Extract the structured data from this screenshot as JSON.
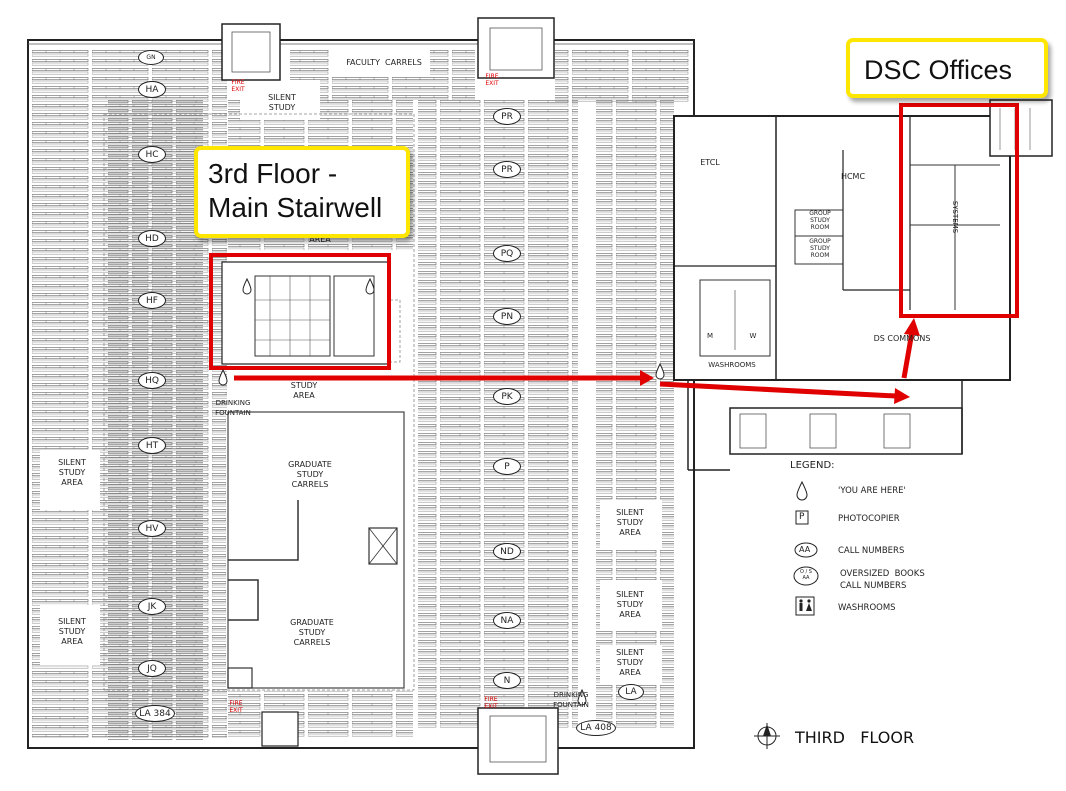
{
  "callouts": {
    "dsc": "DSC Offices",
    "stair_line1": "3rd Floor -",
    "stair_line2": "Main Stairwell"
  },
  "call_numbers": [
    {
      "id": "ha",
      "label": "HA"
    },
    {
      "id": "hc",
      "label": "HC"
    },
    {
      "id": "hd",
      "label": "HD"
    },
    {
      "id": "hf",
      "label": "HF"
    },
    {
      "id": "hq",
      "label": "HQ"
    },
    {
      "id": "ht",
      "label": "HT"
    },
    {
      "id": "hv",
      "label": "HV"
    },
    {
      "id": "jk",
      "label": "JK"
    },
    {
      "id": "jq",
      "label": "JQ"
    },
    {
      "id": "la384",
      "label": "LA 384"
    },
    {
      "id": "pr1",
      "label": "PR"
    },
    {
      "id": "pr2",
      "label": "PR"
    },
    {
      "id": "pq",
      "label": "PQ"
    },
    {
      "id": "pn",
      "label": "PN"
    },
    {
      "id": "pk",
      "label": "PK"
    },
    {
      "id": "p",
      "label": "P"
    },
    {
      "id": "nd",
      "label": "ND"
    },
    {
      "id": "na",
      "label": "NA"
    },
    {
      "id": "n",
      "label": "N"
    },
    {
      "id": "la",
      "label": "LA"
    },
    {
      "id": "la408",
      "label": "LA 408"
    },
    {
      "id": "gn",
      "label": "GN"
    }
  ],
  "areas": {
    "silent_study_top": "SILENT\nSTUDY",
    "faculty_carrels": "FACULTY  CARRELS",
    "area_mid": "AREA",
    "study_area_mid": "STUDY\nAREA",
    "drinking_fountain_left": "DRINKING\nFOUNTAIN",
    "silent_study_left1": "SILENT\nSTUDY\nAREA",
    "silent_study_left2": "SILENT\nSTUDY\nAREA",
    "grad_carrels_top": "GRADUATE\nSTUDY\nCARRELS",
    "grad_carrels_bottom": "GRADUATE\nSTUDY\nCARRELS",
    "silent_study_right1": "SILENT\nSTUDY\nAREA",
    "silent_study_right2": "SILENT\nSTUDY\nAREA",
    "silent_study_right3": "SILENT\nSTUDY\nAREA",
    "drinking_fountain_bottom": "DRINKING\nFOUNTAIN",
    "etcl": "ETCL",
    "hcmc": "HCMC",
    "group_study_1": "GROUP\nSTUDY\nROOM",
    "group_study_2": "GROUP\nSTUDY\nROOM",
    "systems": "SYSTEMS",
    "washrooms": "WASHROOMS",
    "m": "M",
    "w": "W",
    "ds_commons": "DS COMMONS",
    "fire_exit_1": "FIRE\nEXIT",
    "fire_exit_2": "FIRE\nEXIT",
    "fire_exit_3": "FIRE\nEXIT",
    "fire_exit_4": "FIRE\nEXIT"
  },
  "legend": {
    "title": "LEGEND:",
    "you_are_here": "'YOU ARE HERE'",
    "photocopier_symbol": "P",
    "photocopier": "PHOTOCOPIER",
    "call_symbol": "AA",
    "call_numbers": "CALL NUMBERS",
    "oversize_symbol": "O / S\nAA",
    "oversized": "OVERSIZED  BOOKS\nCALL NUMBERS",
    "washrooms": "WASHROOMS"
  },
  "floor_title": "THIRD   FLOOR",
  "colors": {
    "highlight": "#e00000",
    "callout_border": "#ffe600"
  }
}
